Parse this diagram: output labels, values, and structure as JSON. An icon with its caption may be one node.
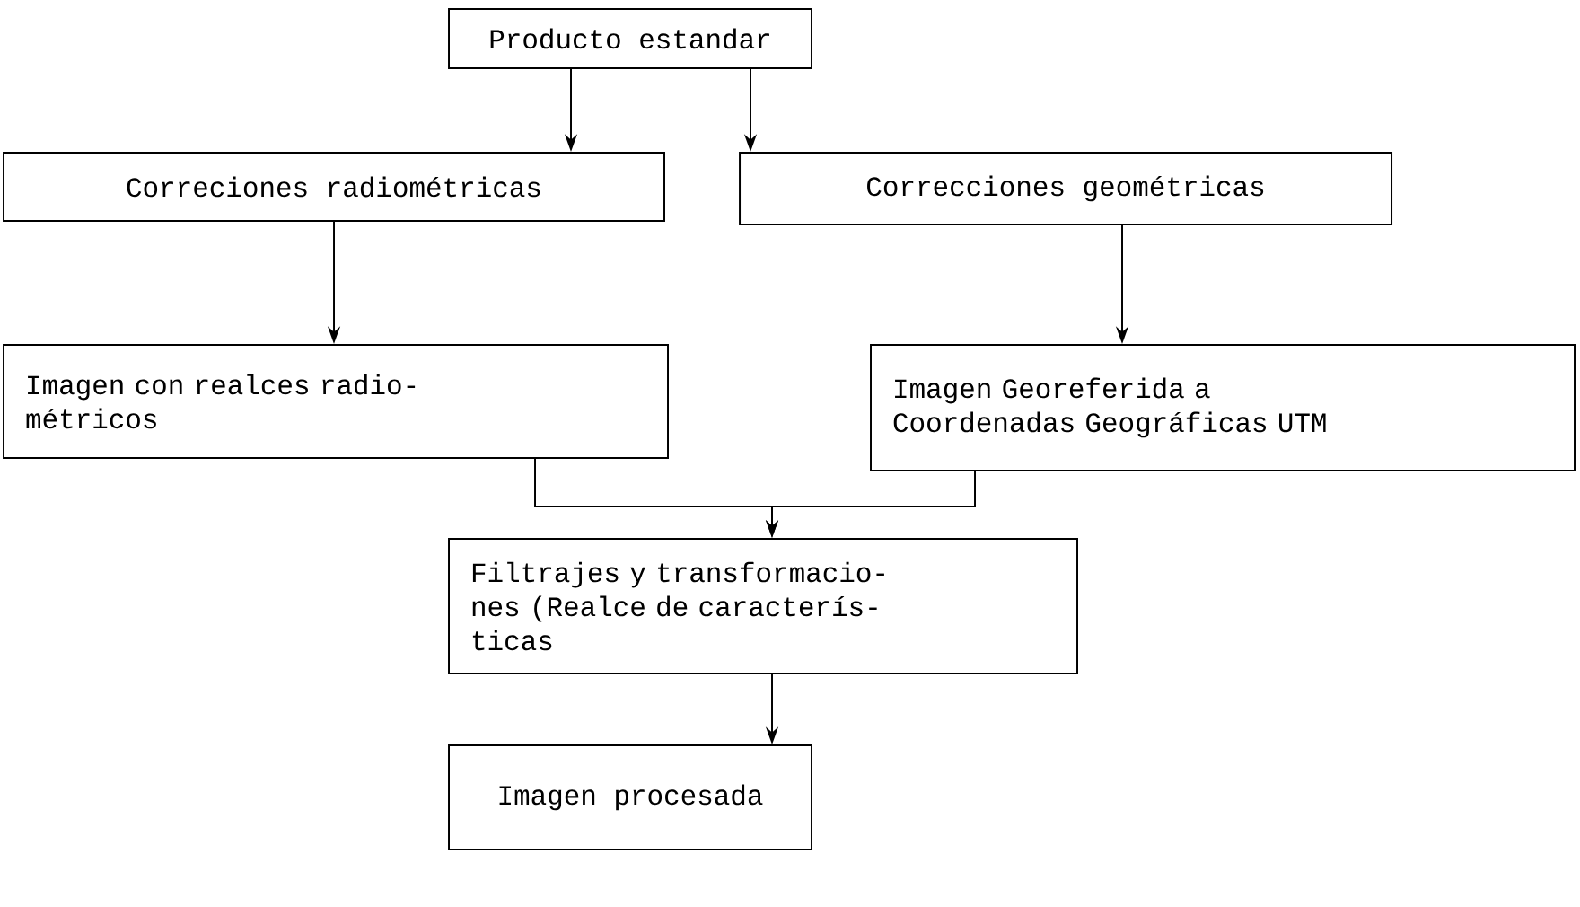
{
  "diagram": {
    "nodes": [
      {
        "text": [
          "Producto estandar"
        ]
      },
      {
        "text": [
          "Correciones radiométricas"
        ]
      },
      {
        "text": [
          "Correcciones geométricas"
        ]
      },
      {
        "text": [
          "Imagen con realces radio- métricos"
        ]
      },
      {
        "text": [
          "Imagen Georeferida a Coordenadas Geográficas UTM"
        ]
      },
      {
        "text": [
          "Filtrajes y transformacio- nes (Realce de caracterís- ticas"
        ]
      },
      {
        "text": [
          "Imagen procesada"
        ]
      }
    ],
    "edges": [
      {
        "from": 0,
        "to": 1,
        "arrow": "to"
      },
      {
        "from": 0,
        "to": 2,
        "arrow": "to"
      },
      {
        "from": 1,
        "to": 3,
        "arrow": "to"
      },
      {
        "from": 2,
        "to": 4,
        "arrow": "to"
      },
      {
        "from": 3,
        "to": 5,
        "arrow": "to"
      },
      {
        "from": 4,
        "to": 5,
        "arrow": "to"
      },
      {
        "from": 5,
        "to": 6,
        "arrow": "to"
      }
    ]
  }
}
